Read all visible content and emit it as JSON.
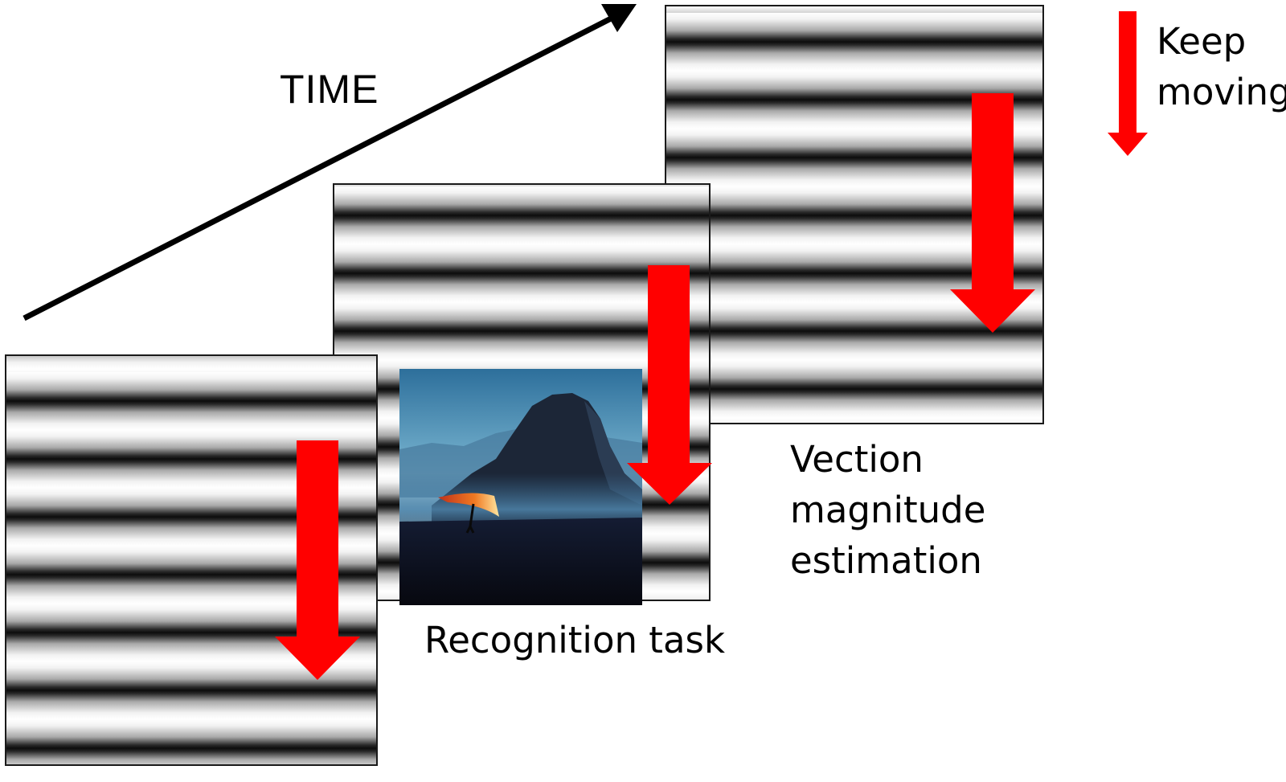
{
  "labels": {
    "time": "TIME",
    "recognition_task": "Recognition task",
    "vection_lines": [
      "Vection",
      "magnitude",
      "estimation"
    ],
    "keep_moving_lines": [
      "Keep",
      "moving"
    ]
  },
  "stimuli": [
    {
      "name": "grating-1",
      "pattern": "horizontal sinusoidal grating",
      "motion": "downward"
    },
    {
      "name": "grating-2",
      "pattern": "horizontal sinusoidal grating",
      "motion": "downward",
      "overlay": "scene photograph (mountain with hang glider)"
    },
    {
      "name": "grating-3",
      "pattern": "horizontal sinusoidal grating",
      "motion": "downward"
    }
  ],
  "colors": {
    "motion_arrow": "#ff0000",
    "time_arrow": "#000000",
    "panel_border": "#1a1a1a",
    "grating_dark": "#0c0c0c",
    "grating_light": "#ffffff"
  },
  "icons": {
    "motion_arrow": "arrow-down-icon",
    "time_arrow": "arrow-up-right-icon"
  }
}
